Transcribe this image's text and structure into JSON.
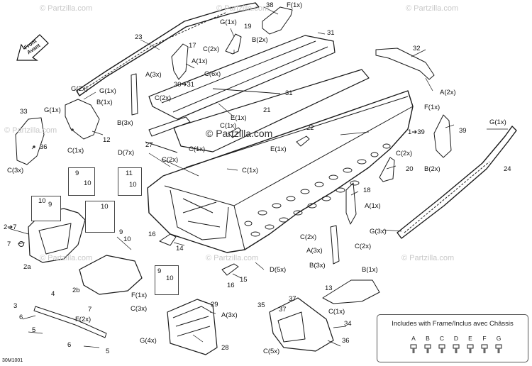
{
  "watermarks": [
    "© Partzilla.com",
    "© Partzilla.com",
    "© Partzilla.com",
    "© Partzilla.com",
    "© Partzilla.com",
    "© Partzilla.com",
    "© Partzilla.com"
  ],
  "center_watermark": "© Partzilla.com",
  "front_label": "Front\nAvant",
  "doc_code": "30M1001",
  "legend": {
    "title": "Includes with Frame/Inclus avec Châssis",
    "items": [
      "A",
      "B",
      "C",
      "D",
      "E",
      "F",
      "G"
    ]
  },
  "callouts": [
    "38",
    "F(1x)",
    "G(1x)",
    "19",
    "C(2x)",
    "B(2x)",
    "31",
    "23",
    "17",
    "A(1x)",
    "C(6x)",
    "32",
    "A(3x)",
    "30➔31",
    "31",
    "C(2x)",
    "A(2x)",
    "G(2x)",
    "G(1x)",
    "B(1x)",
    "33",
    "G(1x)",
    "B(3x)",
    "E(1x)",
    "21",
    "F(1x)",
    "C(1x)",
    "22",
    "1➔39",
    "39",
    "G(1x)",
    "12",
    "36",
    "C(1x)",
    "27",
    "E(1x)",
    "C(1x)",
    "C(3x)",
    "D(7x)",
    "C(2x)",
    "C(1x)",
    "C(2x)",
    "20",
    "B(2x)",
    "24",
    "9",
    "10",
    "11",
    "10",
    "18",
    "A(1x)",
    "10",
    "9",
    "10",
    "2➔7",
    "7",
    "9",
    "10",
    "16",
    "14",
    "C(2x)",
    "G(3x)",
    "C(2x)",
    "A(3x)",
    "B(3x)",
    "D(5x)",
    "B(1x)",
    "2a",
    "16",
    "15",
    "9",
    "10",
    "4",
    "2b",
    "F(1x)",
    "13",
    "C(1x)",
    "3",
    "7",
    "C(3x)",
    "35",
    "37",
    "37",
    "6",
    "F(2x)",
    "29",
    "A(3x)",
    "5",
    "34",
    "G(4x)",
    "6",
    "5",
    "28",
    "C(5x)",
    "36"
  ]
}
